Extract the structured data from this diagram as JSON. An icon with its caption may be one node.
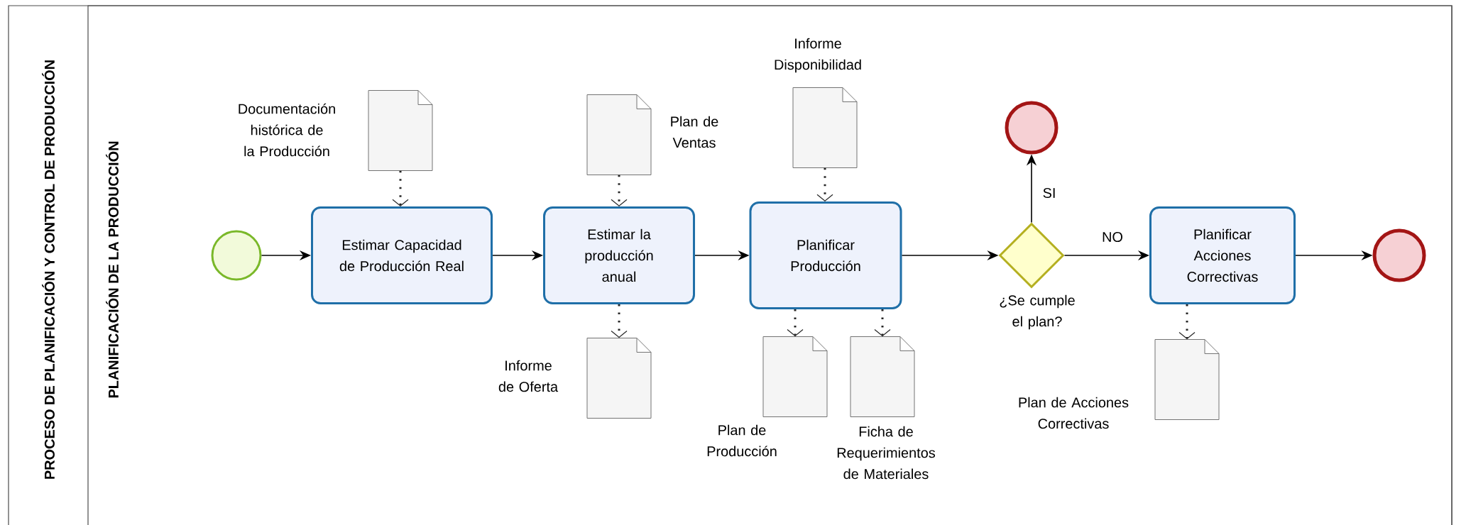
{
  "diagram": {
    "nodes": [
      {
        "text": [
          "PROCESO DE PLANIFICACIÓN Y CONTROL DE PRODUCCIÓN"
        ]
      },
      {
        "text": [
          "PLANIFICACIÓN DE LA PRODUCCIÓN"
        ],
        "in": 0
      },
      {
        "text": [],
        "shape": "circle",
        "in": 1
      },
      {
        "text": [
          "Estimar Capacidad de Producción Real"
        ],
        "in": 1
      },
      {
        "text": [
          "Estimar la producción anual"
        ],
        "in": 1
      },
      {
        "text": [
          "Planificar Producción"
        ],
        "in": 1
      },
      {
        "text": [],
        "shape": "diamond",
        "beside": [
          "¿Se cumple el plan?"
        ],
        "in": 1
      },
      {
        "text": [],
        "shape": "circle",
        "in": 1
      },
      {
        "text": [
          "Planificar Acciones Correctivas"
        ],
        "in": 1
      },
      {
        "text": [],
        "shape": "circle",
        "in": 1
      },
      {
        "text": [
          "Documentación histórica de la Producción"
        ],
        "in": 1
      },
      {
        "text": [
          "Plan de Ventas"
        ],
        "in": 1
      },
      {
        "text": [
          "Informe de Oferta"
        ],
        "in": 1
      },
      {
        "text": [
          "Informe Disponibilidad"
        ],
        "in": 1
      },
      {
        "text": [
          "Plan de Producción"
        ],
        "in": 1
      },
      {
        "text": [
          "Ficha de Requerimientos de Materiales"
        ],
        "in": 1
      },
      {
        "text": [
          "Plan de Acciones Correctivas"
        ],
        "in": 1
      }
    ],
    "edges": [
      {
        "from": 2,
        "to": 3,
        "arrow": "to"
      },
      {
        "from": 3,
        "to": 4,
        "arrow": "to"
      },
      {
        "from": 4,
        "to": 5,
        "arrow": "to"
      },
      {
        "from": 5,
        "to": 6,
        "arrow": "to"
      },
      {
        "from": 6,
        "to": 7,
        "arrow": "to",
        "label": "SI"
      },
      {
        "from": 6,
        "to": 8,
        "arrow": "to",
        "label": "NO"
      },
      {
        "from": 8,
        "to": 9,
        "arrow": "to"
      },
      {
        "from": 10,
        "to": 3,
        "arrow": "to",
        "style": "dashed"
      },
      {
        "from": 11,
        "to": 4,
        "arrow": "to",
        "style": "dashed"
      },
      {
        "from": 4,
        "to": 12,
        "arrow": "to",
        "style": "dashed"
      },
      {
        "from": 13,
        "to": 5,
        "arrow": "to",
        "style": "dashed"
      },
      {
        "from": 5,
        "to": 14,
        "arrow": "to",
        "style": "dashed"
      },
      {
        "from": 5,
        "to": 15,
        "arrow": "to",
        "style": "dashed"
      },
      {
        "from": 8,
        "to": 16,
        "arrow": "to",
        "style": "dashed"
      }
    ]
  }
}
